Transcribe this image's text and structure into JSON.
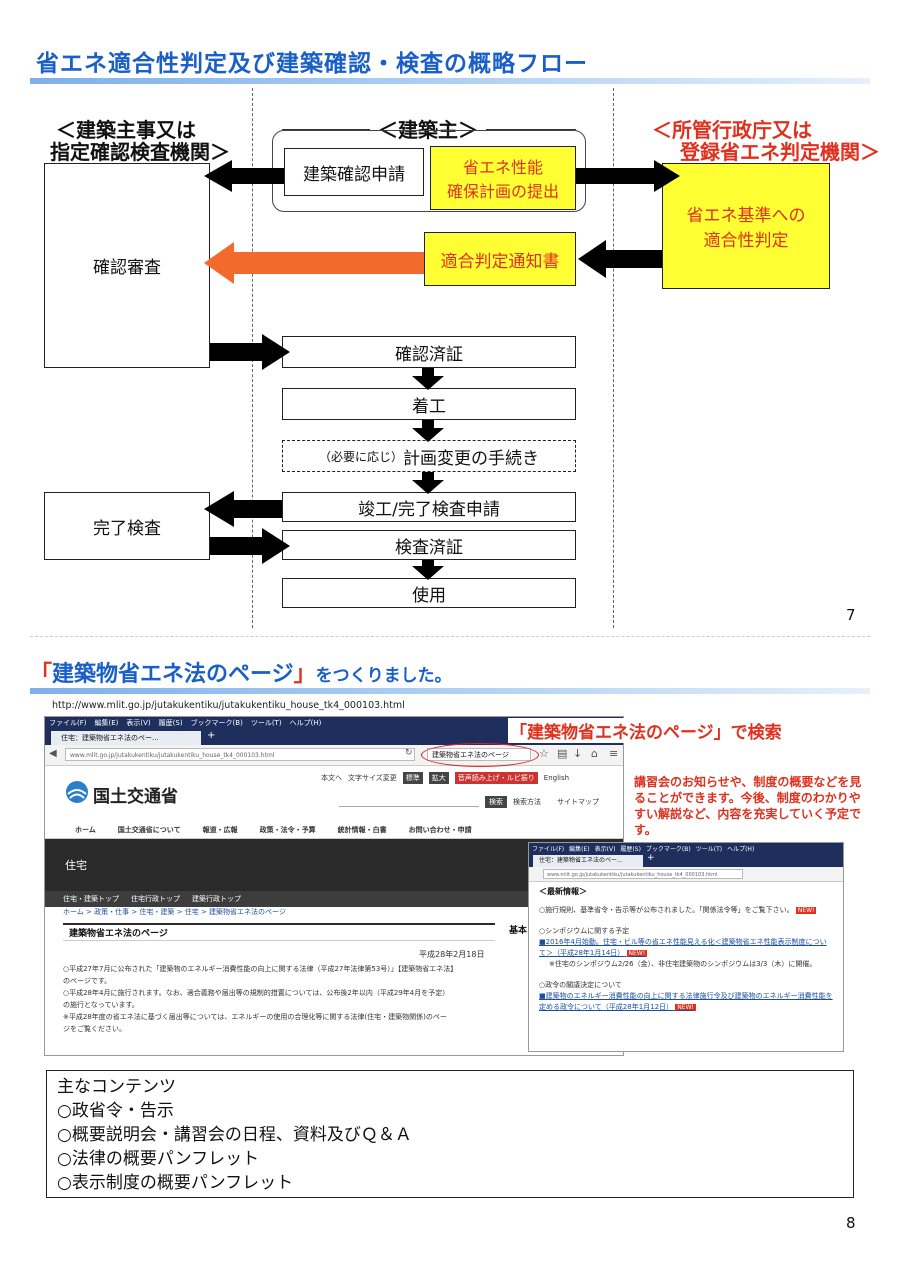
{
  "slide7": {
    "title": "省エネ適合性判定及び建築確認・検査の概略フロー",
    "left_header_line1": "＜建築主事又は",
    "left_header_line2": "指定確認検査機関＞",
    "center_header": "＜建築主＞",
    "right_header_line1": "＜所管行政庁又は",
    "right_header_line2": "登録省エネ判定機関＞",
    "box_application": "建築確認申請",
    "box_plan_line1": "省エネ性能",
    "box_plan_line2": "確保計画の提出",
    "box_judgement_line1": "省エネ基準への",
    "box_judgement_line2": "適合性判定",
    "box_notice": "適合判定通知書",
    "box_review": "確認審査",
    "box_certified": "確認済証",
    "box_start": "着工",
    "box_change_prefix": "（必要に応じ）",
    "box_change": "計画変更の手続き",
    "box_completion_request": "竣工/完了検査申請",
    "box_inspection_cert": "検査済証",
    "box_use": "使用",
    "box_final_inspection": "完了検査",
    "page_number": "7"
  },
  "slide8": {
    "title_bracket_open": "「",
    "title_main": "建築物省エネ法のページ",
    "title_bracket_close": "」",
    "title_suffix": "をつくりました。",
    "url": "http://www.mlit.go.jp/jutakukentiku/jutakukentiku_house_tk4_000103.html",
    "search_caption": "「建築物省エネ法のページ」で検索",
    "description": "講習会のお知らせや、制度の概要などを見ることができます。今後、制度のわかりやすい解説など、内容を充実していく予定です。",
    "browser_main": {
      "menu": [
        "ファイル(F)",
        "編集(E)",
        "表示(V)",
        "履歴(S)",
        "ブックマーク(B)",
        "ツール(T)",
        "ヘルプ(H)"
      ],
      "tab_label": "住宅：建築物省エネ法のペー...",
      "address": "www.mlit.go.jp/jutakukentiku/jutakukentiku_house_tk4_000103.html",
      "search_box": "建築物省エネ法のページ",
      "logo_text": "国土交通省",
      "util_links": [
        "本文へ",
        "文字サイズ変更",
        "標準",
        "拡大",
        "音声読み上げ・ルビ振り",
        "English"
      ],
      "search_button": "検索",
      "search_method": "検索方法",
      "sitemap": "サイトマップ",
      "nav": [
        "ホーム",
        "国土交通省について",
        "報道・広報",
        "政策・法令・予算",
        "統計情報・白書",
        "お問い合わせ・申請"
      ],
      "banner": "住宅",
      "subnav": [
        "住宅・建築トップ",
        "住宅行政トップ",
        "建築行政トップ"
      ],
      "breadcrumb": "ホーム > 政策・仕事 > 住宅・建築 > 住宅 > 建築物省エネ法のページ",
      "page_heading": "建築物省エネ法のページ",
      "side_heading": "基本",
      "date": "平成28年2月18日",
      "body_lines": [
        "○平成27年7月に公布された「建築物のエネルギー消費性能の向上に関する法律（平成27年法律第53号）」【建築物省エネ法】",
        "のページです。",
        "○平成28年4月に施行されます。なお、適合義務や届出等の規制的措置については、公布後2年以内（平成29年4月を予定）",
        "の施行となっています。",
        "※平成28年度の省エネ法に基づく届出等については、エネルギーの使用の合理化等に関する法律(住宅・建築物関係)のペー",
        "ジをご覧ください。"
      ]
    },
    "browser_sub": {
      "menu": [
        "ファイル(F)",
        "編集(E)",
        "表示(V)",
        "履歴(S)",
        "ブックマーク(B)",
        "ツール(T)",
        "ヘルプ(H)"
      ],
      "tab_label": "住宅：建築物省エネ法のペー...",
      "address": "www.mlit.go.jp/jutakukentiku/jutakukentiku_house_tk4_000103.html",
      "news_heading": "＜最新情報＞",
      "news_lines": [
        "○施行規則、基準省令・告示等が公布されました。「関係法令等」をご覧下さい。",
        "○シンポジウムに関する予定",
        "■2016年4月始動。住宅・ビル等の省エネ性能見える化＜建築物省エネ性能表示制度について＞（平成28年1月14日）",
        "※住宅のシンポジウム2/26（金）、非住宅建築物のシンポジウムは3/3（木）に開催。",
        "○政令の閣議決定について",
        "■建築物のエネルギー消費性能の向上に関する法律施行令及び建築物のエネルギー消費性能を定める政令について（平成28年1月12日）"
      ],
      "new_badge": "NEW!"
    },
    "contents": {
      "heading": "主なコンテンツ",
      "items": [
        "○政省令・告示",
        "○概要説明会・講習会の日程、資料及びＱ＆Ａ",
        "○法律の概要パンフレット",
        "○表示制度の概要パンフレット"
      ]
    },
    "page_number": "8"
  },
  "colors": {
    "title_blue": "#1a5fc8",
    "red": "#e0301e",
    "highlight_yellow": "#ffff33",
    "orange_arrow": "#f26a2e",
    "mlit_nav": "#2a2a2a"
  }
}
